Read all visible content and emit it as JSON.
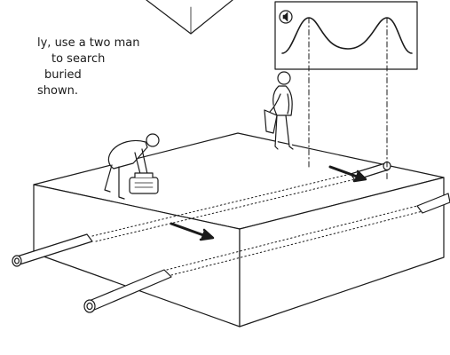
{
  "caption": {
    "lines": [
      "ly, use a two man",
      "to search",
      "buried",
      "shown."
    ]
  },
  "icons": {
    "speaker": "speaker-icon",
    "upright_operator": "upright-operator-figure",
    "crouching_operator": "crouching-operator-figure",
    "transmitter_case": "transmitter-case-icon",
    "receiver_unit": "receiver-unit-icon"
  },
  "colors": {
    "ink": "#1a1a1a",
    "paper": "#ffffff"
  }
}
